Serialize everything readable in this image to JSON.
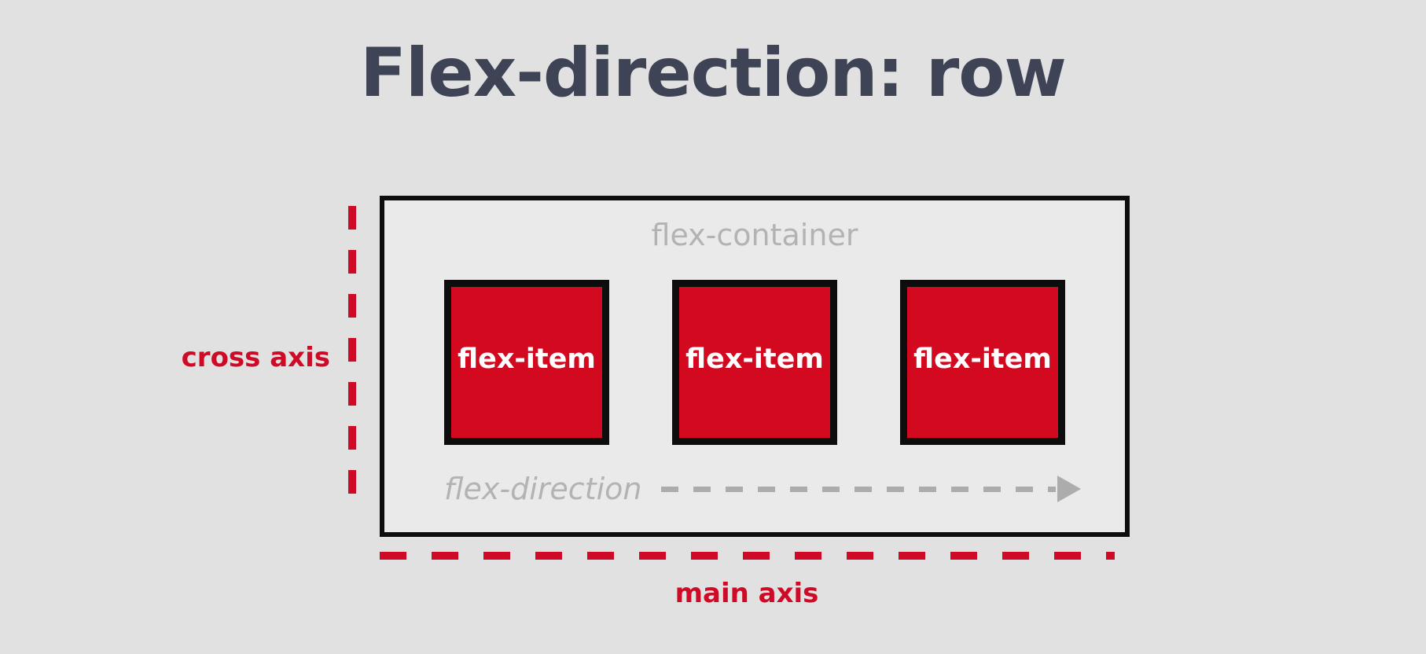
{
  "page": {
    "title": "Flex-direction: row",
    "background_color": "#e2e1e1"
  },
  "colors": {
    "title_text": "#3f4356",
    "axis_red": "#cf0a26",
    "item_fill": "#d2091f",
    "item_border": "#0d0d0d",
    "container_border": "#0d0d0d",
    "container_fill": "#ebeaea",
    "muted_gray": "#b3b3b3",
    "arrow_gray": "#acacac",
    "item_label": "#ffffff"
  },
  "axes": {
    "cross_axis_label": "cross axis",
    "main_axis_label": "main axis"
  },
  "container": {
    "label": "flex-container",
    "direction_label": "flex-direction",
    "arrow_icon": "arrow-right-icon",
    "items": [
      {
        "label": "flex-item"
      },
      {
        "label": "flex-item"
      },
      {
        "label": "flex-item"
      }
    ]
  }
}
